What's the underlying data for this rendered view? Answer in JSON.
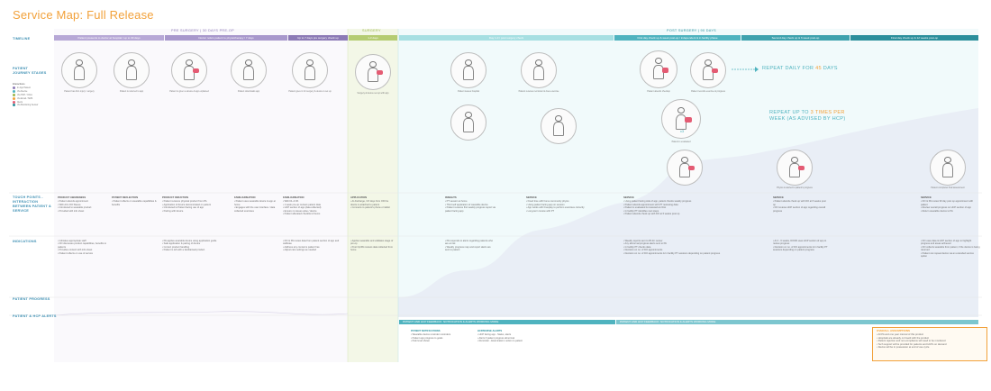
{
  "title": "Service Map: Full Release",
  "rows": {
    "timeline": "TIMELINE",
    "stages": "PATIENT JOURNEY STAGES",
    "touchpoints": "TOUCH POINTS - INTERACTION BETWEEN PATIENT & SERVICE",
    "indications": "INDICATIONS",
    "progress": "PATIENT PROGRESS",
    "alerts": "PATIENT & HCP ALERTS"
  },
  "phases": {
    "pre": "PRE SURGERY | 30 DAYS PRE-OP",
    "surgery": "SURGERY",
    "post": "POST SURGERY | 90 DAYS"
  },
  "timeline_bars": [
    "Patient presents to doctor at hospital / up to 30 days",
    "Doctor refers patient to physiotherapy / 7 days",
    "Up to 7 days pre surgery check up",
    "1-3 days",
    "Day 1-3 / post surgery check",
    "First day check up & week post-op / independent & in facility phase",
    "Second day check up & 6 week post-op",
    "Final day check up & 12 weeks post-op"
  ],
  "legend": {
    "title": "Interactions",
    "items": [
      "In App Patient",
      "Via Device",
      "Via HCP / Clinic",
      "Via Email / SMS",
      "Alerts",
      "Via Monitoring Sensor"
    ]
  },
  "captions": [
    "Patient has ACL injury / surgery",
    "Patient is referred to app",
    "Patient is given a device & app explained",
    "Patient downloads app",
    "Patient goes in for surgery & device is set up",
    "Surgery & device set up with app",
    "Patient leaves hospital",
    "Patient receives reminder & does exercise",
    "Patient attends checkup",
    "Patient records exercise & progress",
    "Patient is evaluated",
    "Physio is alerted to patient's progress",
    "Patient completes final assessment"
  ],
  "repeat_daily": {
    "prefix": "REPEAT DAILY FOR",
    "value": "45",
    "unit": "DAYS"
  },
  "repeat_weekly": {
    "prefix": "REPEAT UP TO",
    "value": "3 TIMES PER",
    "suffix": "WEEK (AS ADVISED BY HCP)"
  },
  "repeat_marker": "x3",
  "touchpoints": [
    {
      "h": "PRODUCT AWARENESS",
      "items": [
        "Patient attends appointment",
        "With ACL DO Sleeve",
        "Introduced to wearable product",
        "Provided with info sheet"
      ]
    },
    {
      "h": "PATIENT REFLECTION",
      "items": [
        "Patient reflects on wearable capabilities & benefits"
      ]
    },
    {
      "h": "PRODUCT INDUCTION",
      "items": [
        "Patient receives physical product from PA",
        "Application of device demonstrated on patient",
        "Introduced to Patient facing use of app",
        "Pairing with device"
      ]
    },
    {
      "h": "FAMILIARISATION",
      "items": [
        "Patient uses wearable device & app at home",
        "Engages with the user interface / data collected exercises"
      ]
    },
    {
      "h": "FAMILIARISATION",
      "items": [
        "With DL & PA",
        "1 week pre-op reviews patient data",
        "HCP section of app (data collected)",
        "Ensure no issues arise / device",
        "Patient allocated checklist of items"
      ]
    },
    {
      "h": "APPLICATION",
      "items": [
        "At discharge, 3-5 days from OR the device is attached to patient",
        "Connects to patient's phone or tablet"
      ]
    },
    {
      "h": "INSIGHTS",
      "items": [
        "PT session at home",
        "Third self application of wearable device",
        "Patient receives first weekly progress report via patient facing app"
      ]
    },
    {
      "h": "SERVICE",
      "items": [
        "Fixed time with home community physio",
        "Using patient facing app on session",
        "App works with Freeplay to perform exercises correctly",
        "Long-term review with PT"
      ]
    },
    {
      "h": "SERVICE",
      "items": [
        "Using patient facing side of app, patient checks weekly progress",
        "Patient attends appointment with PT reviewing data",
        "Patient is evaluated & reviewed at clinic",
        "In facility PT identifies next steps",
        "Patient attends check up with DO at 6 weeks post op"
      ]
    },
    {
      "h": "SERVICE",
      "items": [
        "Patient attends check up with DO at 6 weeks post op",
        "DO reviews HCP section of app regarding overall progress"
      ]
    },
    {
      "h": "SERVICE",
      "items": [
        "DO & PA review 90 day post op appointment with patient",
        "Review overall progress on HCP section of app",
        "Return wearable device to PA"
      ]
    }
  ],
  "indications": [
    [
      "Indicates appropriate staff",
      "DO discusses product capabilities, benefits to patients",
      "Provides content with info sheet",
      "Patient reflects on use of service"
    ],
    [
      "PA applies wearable device using application guide",
      "Safe application & pairing of device",
      "Correct product handling",
      "Patient is left with a familiarised product"
    ],
    [
      "DO & PA review data from patient section of app and calibrate",
      "Address any concerns patient has",
      "Adjust care settings as needed"
    ],
    [
      "Applies wearable and validates stage of pre-op",
      "Post Op/PA reviews data collected from home"
    ],
    [
      "PA responds to alerts regarding patients who are at risk",
      "Weekly progress map and report alerts are sent to patient"
    ],
    [
      "Weekly reports sent to PA for review",
      "Any abnormal progress alerts sent to PA",
      "In facility PT checks data",
      "Decision on no. of DO appointments",
      "Decision on no. of DO appointments & In facility PT sessions depending on patient progress"
    ],
    [
      "At 4 - 6 weeks, DO/PA uses HCP section of app to review progress",
      "Decision on no. of DO appointments & In facility PT sessions depending on patient progress"
    ],
    [
      "DO uses data & HCP section of app to highlight progress and areas achieved",
      "DO collects wearable from patient, if the device is being returned",
      "Patient can repeat device via an extended service option"
    ]
  ],
  "feedback": {
    "left": "PATIENT AND HCP FEEDBACK: NOTIFICATION & ALERTS WORKING MODE",
    "right": "PATIENT AND HCP FEEDBACK: NOTIFICATION & ALERTS WORKING MODE",
    "patient_h": "PATIENT NOTIFICATIONS",
    "patient_items": [
      "Wearable device reminder reminders",
      "Patient app progress to goals",
      "Pain level shown"
    ],
    "hcp_h": "HCP/NURSE ALERTS",
    "hcp_items": [
      "HCP facing app - Status, alerts",
      "Alerts if patient progress abnormal",
      "Reminder - Examination / action to patient"
    ]
  },
  "assumptions": {
    "h": "OVERALL ASSUMPTIONS",
    "items": [
      "All PA and one year interval of this product",
      "Hospitals are already on board with the product",
      "Patient rejection and non-compliance will need to be monitored",
      "Tech support will be provided for patients and HCPs on demand",
      "Device will be in possession at end of use cycle"
    ]
  },
  "colors": {
    "pre": "#b7a8d6",
    "pre_dark": "#8c7ab6",
    "surgery": "#b5cc72",
    "post_light": "#a6dfe2",
    "post": "#4fb3bf",
    "post_dark": "#2b8f9c",
    "accent": "#f2a13a",
    "alert": "#e45b73"
  }
}
